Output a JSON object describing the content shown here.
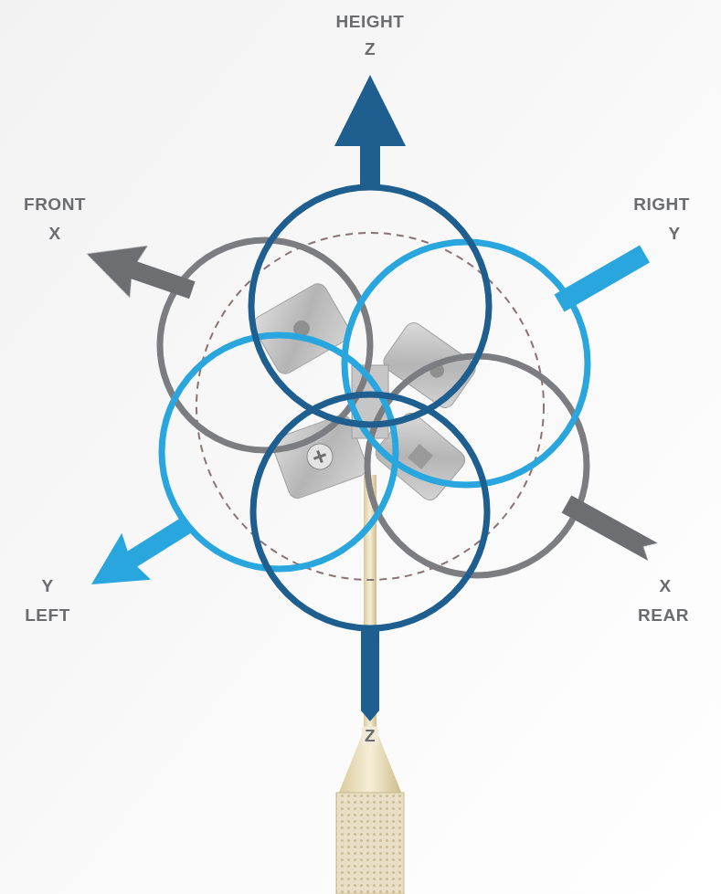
{
  "diagram": {
    "labels": [
      "HEIGHT",
      "Z",
      "FRONT",
      "X",
      "RIGHT",
      "Y",
      "Y",
      "LEFT",
      "X",
      "REAR",
      "Z"
    ]
  }
}
